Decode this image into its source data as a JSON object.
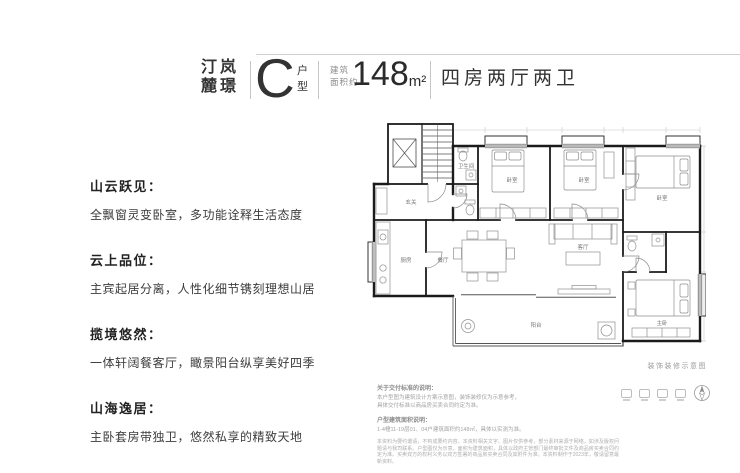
{
  "header": {
    "project_name_line1": "汀岚",
    "project_name_line2": "麓璟",
    "unit_letter": "C",
    "unit_label_top": "户",
    "unit_label_bottom": "型",
    "area_prefix_line1": "建筑",
    "area_prefix_line2": "面积约",
    "area_number": "148",
    "area_unit": "m²",
    "layout_summary": "四房两厅两卫"
  },
  "features": [
    {
      "title": "山云跃见：",
      "desc": "全飘窗灵变卧室，多功能诠释生活态度"
    },
    {
      "title": "云上品位：",
      "desc": "主宾起居分离，人性化细节镌刻理想山居"
    },
    {
      "title": "揽境悠然：",
      "desc": "一体轩阔餐客厅，瞰景阳台纵享美好四季"
    },
    {
      "title": "山海逸居：",
      "desc": "主卧套房带独卫，悠然私享的精致天地"
    }
  ],
  "floorplan": {
    "caption": "装饰装修示意图",
    "rooms": [
      "卧室",
      "卧室",
      "卧室",
      "主卧",
      "客厅",
      "餐厅",
      "厨房",
      "阳台",
      "卫生间",
      "玄关"
    ]
  },
  "disclaimer": {
    "section1_title": "关于交付标准的说明：",
    "section1_line1": "本户型图为建筑设计方案示意图，装饰装修仅为示意参考，",
    "section1_line2": "具体交付标准以商品房买卖合同约定为准。",
    "section2_title": "户型建筑面积说明：",
    "section2_line1": "1-4幢11-19层01、04户建筑面积约148㎡，具体以实测为准。",
    "legal": "本资料为要约邀请，不构成要约内容。本资料相关文字、图片仅供参考，部分素材来源于网络，如涉及版权问题请与我司联系。户型图仅为示意，面积为建筑面积，具体以政府主管部门最终审批文件及商品房买卖合同约定为准。买卖双方的权利义务以双方签署的商品房买卖合同及其附件为准。本资料制作于2023年，敬请留意最新资料。"
  }
}
